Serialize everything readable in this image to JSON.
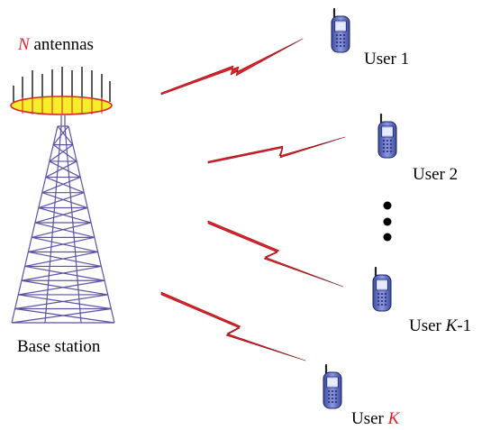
{
  "antenna_label": {
    "symbol": "N",
    "text": " antennas"
  },
  "base_station_label": "Base station",
  "users": [
    {
      "prefix": "User ",
      "index": "1"
    },
    {
      "prefix": "User ",
      "index": "2"
    },
    {
      "prefix": "User ",
      "index": "K",
      "suffix": "-1"
    },
    {
      "prefix": "User ",
      "index": "K"
    }
  ],
  "colors": {
    "tower": "#5b52a8",
    "antenna_disc": "#f5ef2a",
    "antenna_rim": "#d4282a",
    "link": "#e8202a",
    "symbol_red": "#e8202a",
    "phone_body": "#6b78c8"
  },
  "icons": [
    "cell-tower-icon",
    "antenna-array-icon",
    "mobile-phone-icon",
    "wireless-link-icon",
    "vertical-ellipsis"
  ]
}
